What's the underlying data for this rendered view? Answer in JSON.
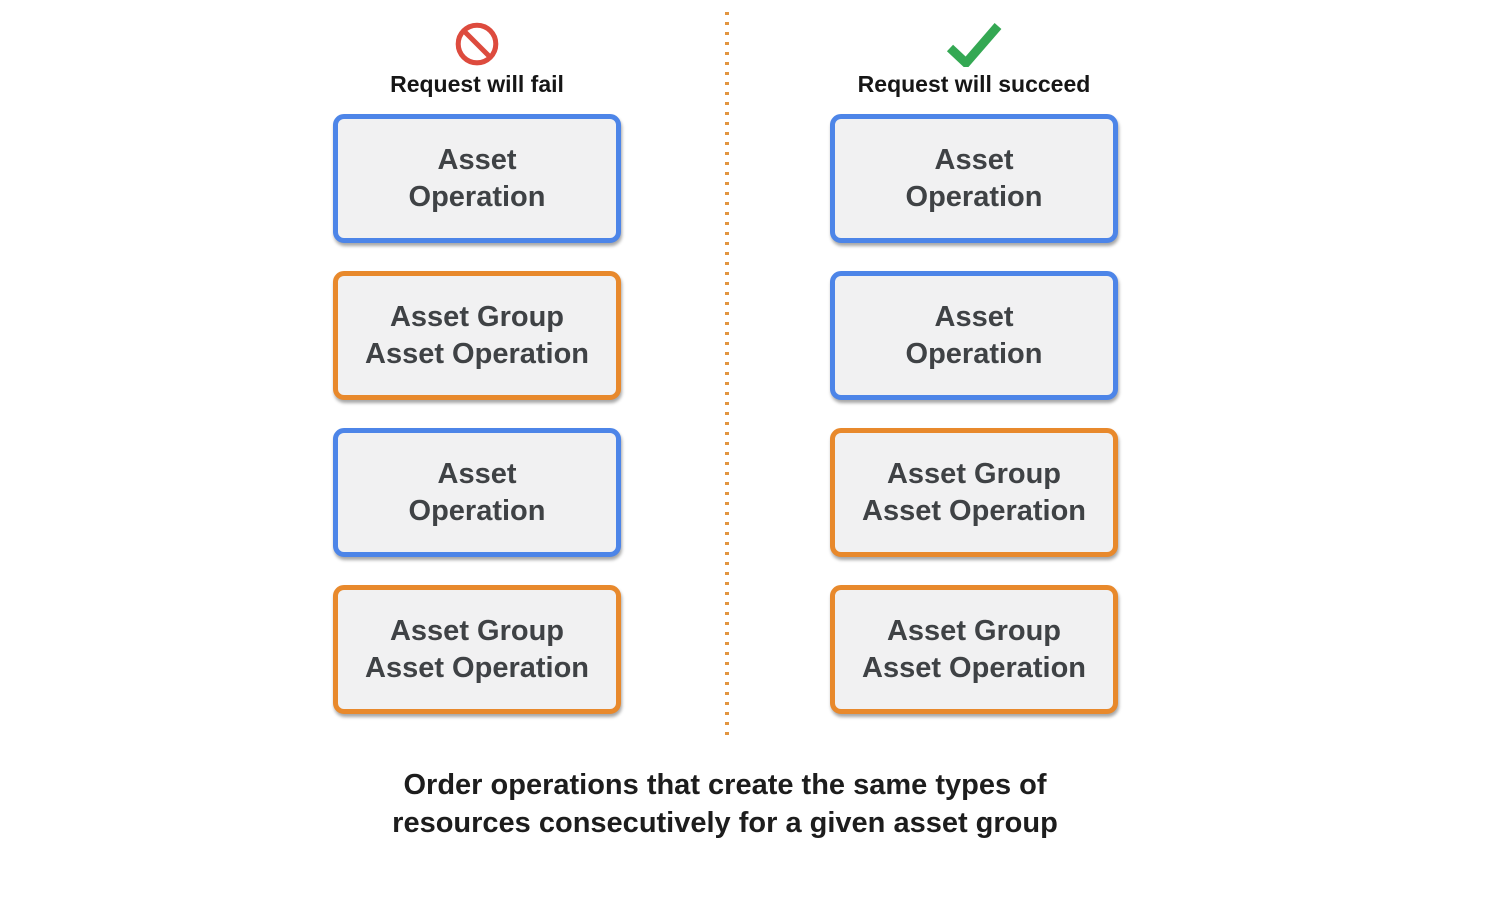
{
  "colors": {
    "blue": "#4D85E8",
    "orange": "#E8892C",
    "red": "#DD4B3E",
    "green": "#34A853",
    "divider_orange": "#E29540",
    "box_fill": "#F1F1F2",
    "box_text": "#3F4245"
  },
  "fail_column": {
    "status_label": "Request will fail",
    "status_icon": "no-entry-icon",
    "boxes": [
      {
        "label": "Asset\nOperation",
        "border": "blue"
      },
      {
        "label": "Asset Group\nAsset Operation",
        "border": "orange"
      },
      {
        "label": "Asset\nOperation",
        "border": "blue"
      },
      {
        "label": "Asset Group\nAsset Operation",
        "border": "orange"
      }
    ]
  },
  "succeed_column": {
    "status_label": "Request will succeed",
    "status_icon": "checkmark-icon",
    "boxes": [
      {
        "label": "Asset\nOperation",
        "border": "blue"
      },
      {
        "label": "Asset\nOperation",
        "border": "blue"
      },
      {
        "label": "Asset Group\nAsset Operation",
        "border": "orange"
      },
      {
        "label": "Asset Group\nAsset Operation",
        "border": "orange"
      }
    ]
  },
  "caption": "Order operations that create the same types of\nresources consecutively for a given asset group"
}
